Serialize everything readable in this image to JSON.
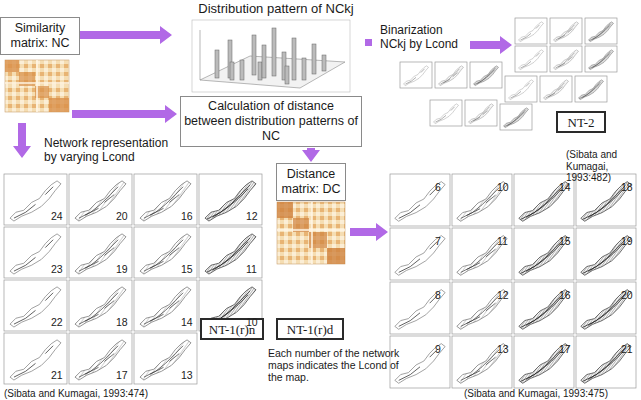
{
  "diagram": {
    "nodes": [
      {
        "text": [
          "Similarity matrix: NC"
        ]
      },
      {
        "text": [
          "Calculation of distance between distribution patterns of NC"
        ]
      },
      {
        "text": [
          "NT-2"
        ]
      },
      {
        "text": [
          "Distance matrix: DC"
        ]
      },
      {
        "text": [
          "NT-1(r)n"
        ]
      },
      {
        "text": [
          "NT-1(r)d"
        ]
      }
    ],
    "edges": [
      {
        "from": 1,
        "to": 3,
        "arrow": "to"
      }
    ],
    "labels": [
      "Distribution pattern of NCkj",
      "Binarization NCkj by Lcond",
      "(Sibata and Kumagai, 1993:482)",
      "Network representation by varying Lcond",
      "24",
      "20",
      "16",
      "12",
      "23",
      "19",
      "15",
      "11",
      "22",
      "18",
      "14",
      "10",
      "21",
      "17",
      "13",
      "6",
      "10",
      "14",
      "18",
      "7",
      "11",
      "15",
      "19",
      "8",
      "12",
      "16",
      "20",
      "9",
      "13",
      "17",
      "21",
      "Each number of the network maps indicates the Lcond of the map.",
      "(Sibata and Kumagai, 1993:474)",
      "(Sibata and Kumagai, 1993:475)"
    ]
  }
}
